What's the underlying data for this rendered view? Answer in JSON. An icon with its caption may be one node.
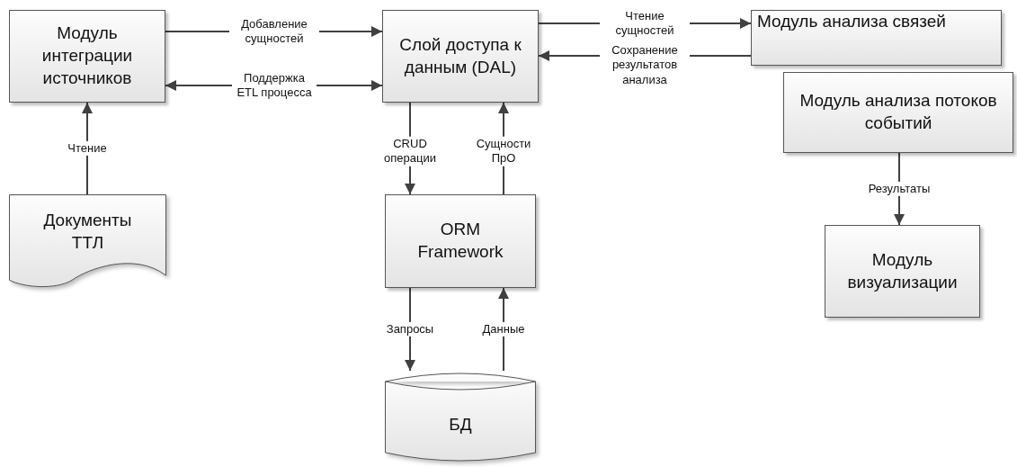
{
  "diagram": {
    "nodes": [
      {
        "text": [
          "Модуль интеграции источников"
        ]
      },
      {
        "text": [
          "Слой доступа к данным (DAL)"
        ]
      },
      {
        "text": [
          "Модуль анализа связей"
        ]
      },
      {
        "text": [
          "Модуль анализа потоков событий"
        ]
      },
      {
        "text": [
          "Документы ТТЛ"
        ]
      },
      {
        "text": [
          "ORM Framework"
        ]
      },
      {
        "text": [
          "БД"
        ]
      },
      {
        "text": [
          "Модуль визуализации"
        ]
      }
    ],
    "edges": [
      {
        "from": 0,
        "to": 1,
        "arrow": "to",
        "label": "Добавление сущностей"
      },
      {
        "from": 0,
        "to": 1,
        "arrow": "both",
        "label": "Поддержка ETL процесса"
      },
      {
        "from": 1,
        "to": 2,
        "arrow": "to",
        "label": "Чтение сущностей"
      },
      {
        "from": 2,
        "to": 1,
        "arrow": "to",
        "label": "Сохранение результатов анализа"
      },
      {
        "from": 4,
        "to": 0,
        "arrow": "to",
        "label": "Чтение"
      },
      {
        "from": 1,
        "to": 5,
        "arrow": "to",
        "label": "CRUD операции"
      },
      {
        "from": 5,
        "to": 1,
        "arrow": "to",
        "label": "Сущности ПрО"
      },
      {
        "from": 5,
        "to": 6,
        "arrow": "to",
        "label": "Запросы"
      },
      {
        "from": 6,
        "to": 5,
        "arrow": "to",
        "label": "Данные"
      },
      {
        "from": 3,
        "to": 7,
        "arrow": "to",
        "label": "Результаты"
      }
    ]
  }
}
